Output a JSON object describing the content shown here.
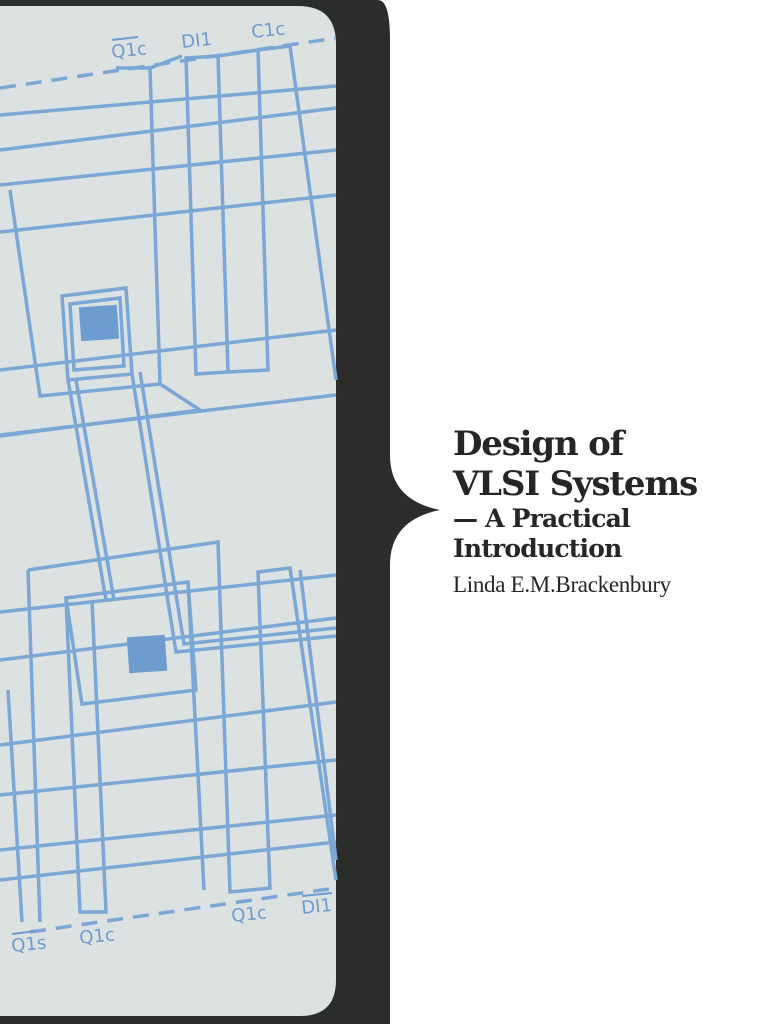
{
  "book": {
    "title_line1": "Design of",
    "title_line2": "VLSI Systems",
    "subtitle_line1": "— A Practical",
    "subtitle_line2": "Introduction",
    "author": "Linda E.M.Brackenbury"
  },
  "layout_labels": {
    "top": [
      "Q1c",
      "DI1",
      "C1c"
    ],
    "bottom": [
      "Q1s",
      "Q1c",
      "Q1c",
      "DI1"
    ]
  },
  "colors": {
    "brace": "#2b2d2a",
    "panel": "#dce1e1",
    "trace": "#7aa7d6",
    "contact": "#6d9ccf",
    "text": "#262626"
  }
}
